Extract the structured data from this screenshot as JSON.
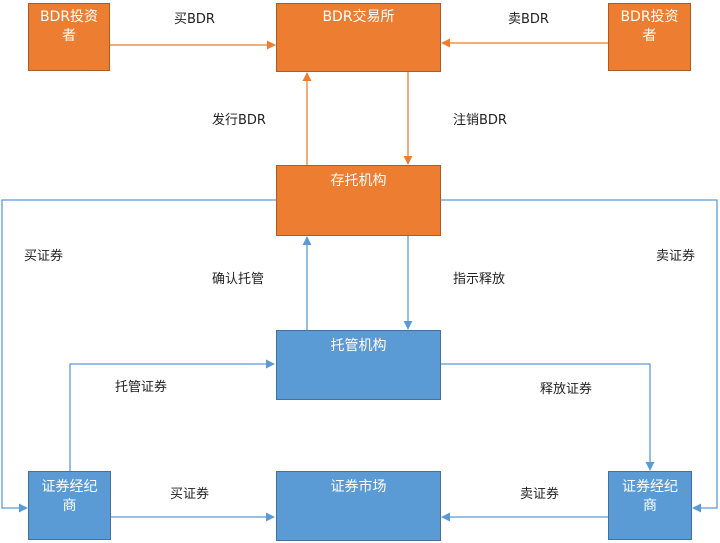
{
  "nodes": {
    "bdr_investor_left": "BDR投资者",
    "bdr_exchange": "BDR交易所",
    "bdr_investor_right": "BDR投资者",
    "depositary": "存托机构",
    "custodian": "托管机构",
    "broker_left": "证券经纪商",
    "securities_market": "证券市场",
    "broker_right": "证券经纪商"
  },
  "edges": {
    "buy_bdr": "买BDR",
    "sell_bdr": "卖BDR",
    "issue_bdr": "发行BDR",
    "cancel_bdr": "注销BDR",
    "buy_securities_left": "买证券",
    "sell_securities_right": "卖证券",
    "confirm_custody": "确认托管",
    "instruct_release": "指示释放",
    "custody_securities": "托管证券",
    "release_securities": "释放证券",
    "buy_securities_bottom": "买证券",
    "sell_securities_bottom": "卖证券"
  },
  "colors": {
    "orange_fill": "#ED7D31",
    "blue_fill": "#5B9BD5",
    "orange_line": "#ED7D31",
    "blue_line": "#5B9BD5"
  }
}
